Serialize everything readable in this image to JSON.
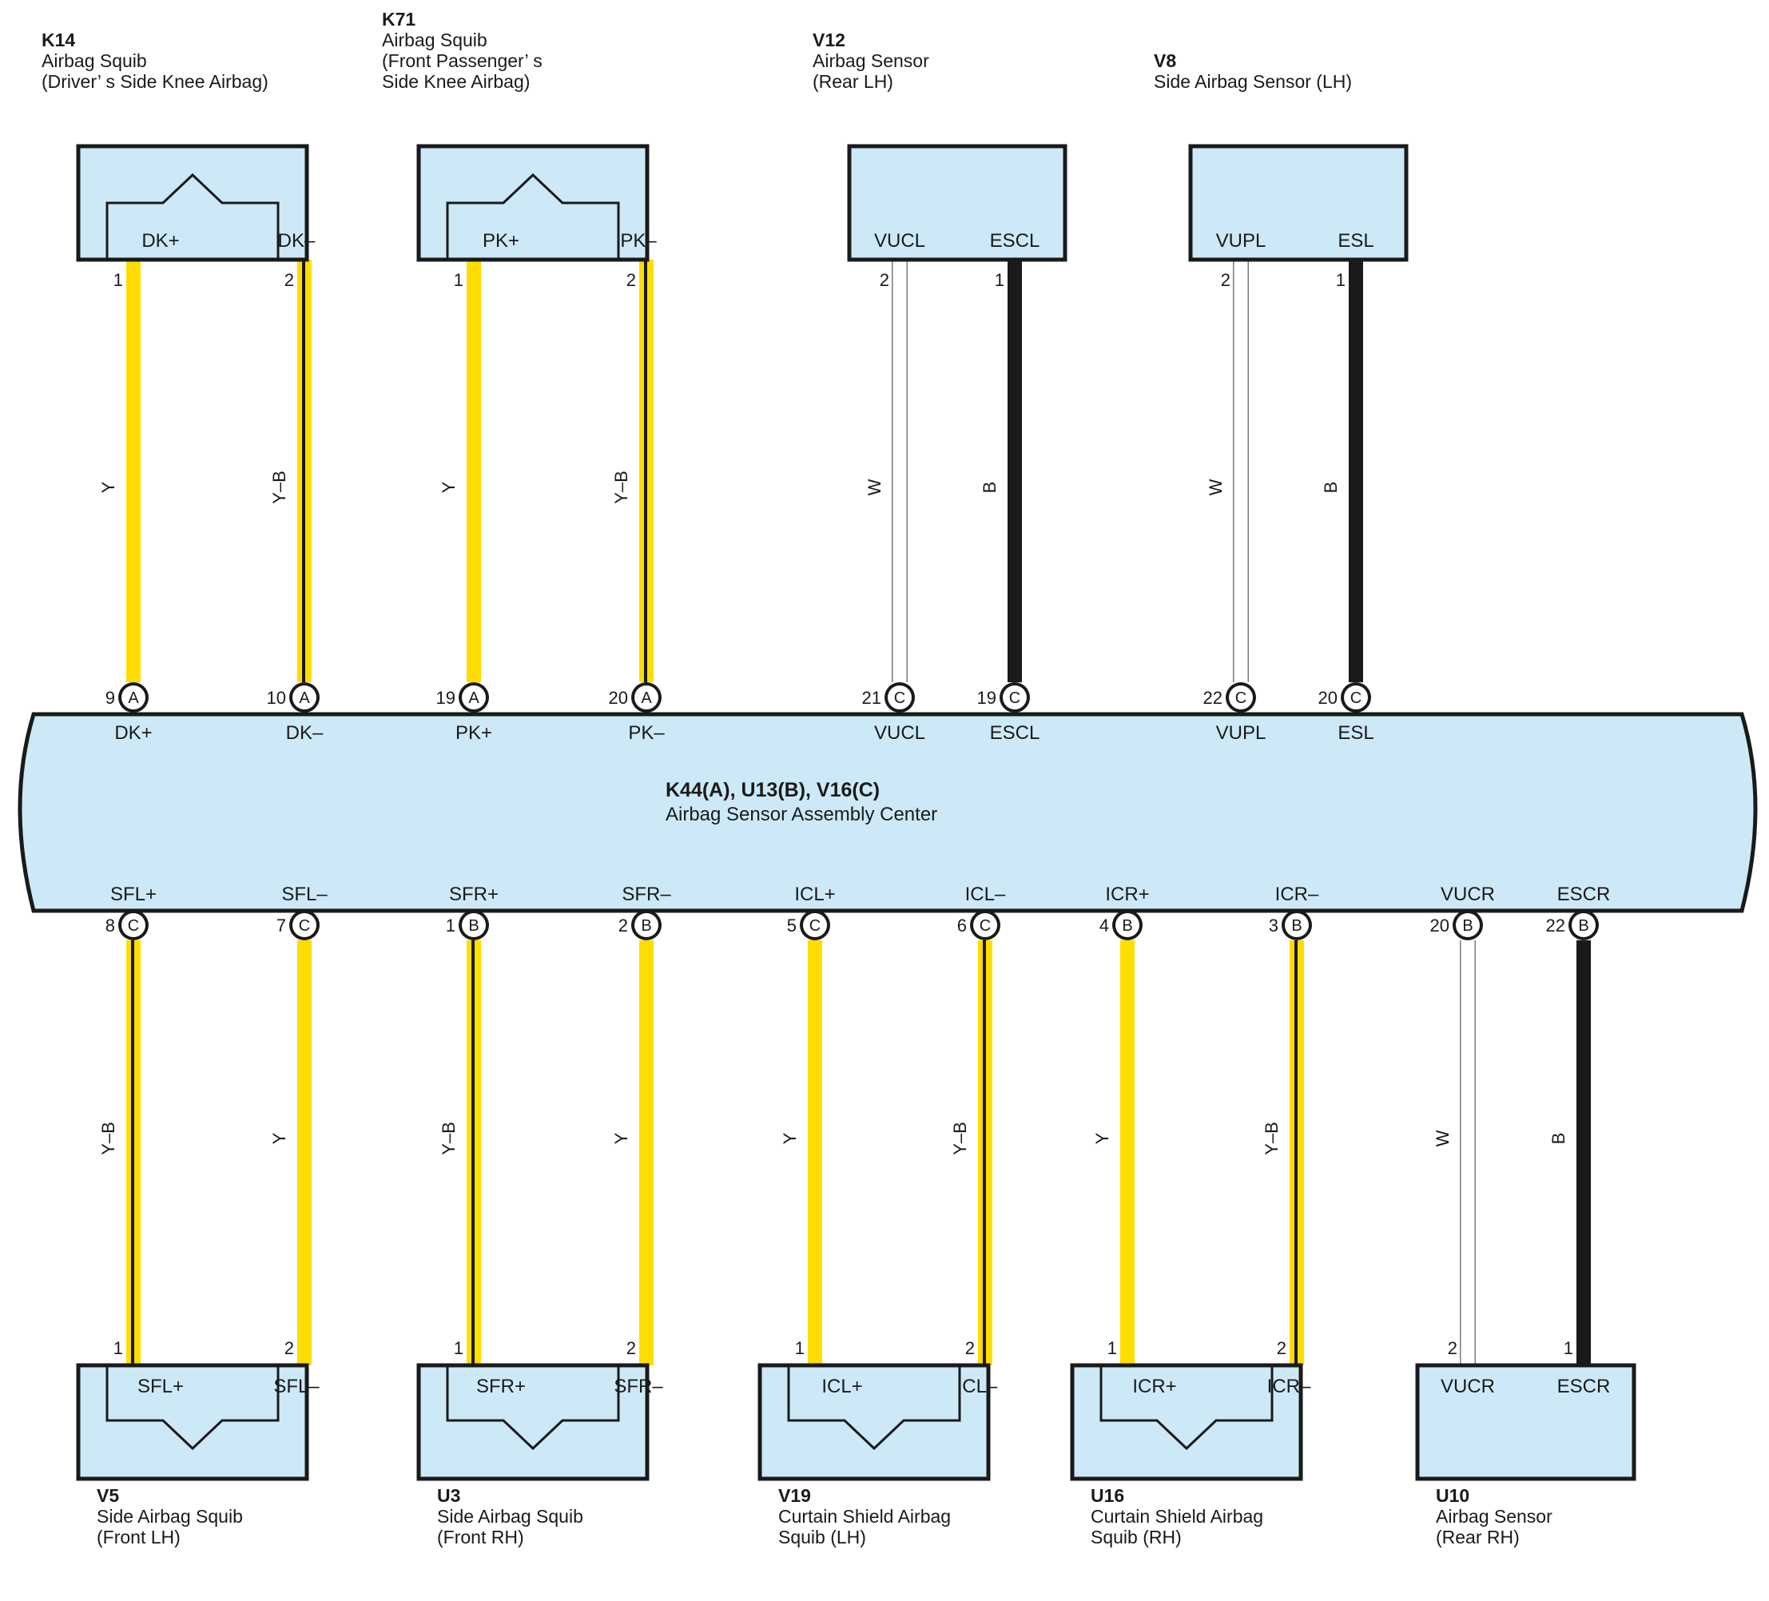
{
  "colors": {
    "component_fill": "#cde9f7",
    "ecu_fill": "#cde9f7",
    "outline": "#1a1a1a",
    "wire_Y": "#ffdd00",
    "wire_Y-B": "#ffdd00",
    "wire_W": "#ffffff",
    "wire_B": "#1a1a1a"
  },
  "ecu": {
    "id": "K44(A), U13(B), V16(C)",
    "name": "Airbag Sensor Assembly Center"
  },
  "top_components": [
    {
      "id": "K14",
      "name_lines": [
        "Airbag Squib",
        "(Driver’ s Side Knee Airbag)"
      ],
      "type": "squib",
      "wires": [
        {
          "comp_pin": "1",
          "comp_label": "DK+",
          "color": "Y",
          "ecu_pin": "9",
          "ecu_conn": "A",
          "ecu_label": "DK+"
        },
        {
          "comp_pin": "2",
          "comp_label": "DK–",
          "color": "Y-B",
          "ecu_pin": "10",
          "ecu_conn": "A",
          "ecu_label": "DK–"
        }
      ]
    },
    {
      "id": "K71",
      "name_lines": [
        "Airbag Squib",
        "(Front Passenger’ s",
        " Side Knee Airbag)"
      ],
      "type": "squib",
      "wires": [
        {
          "comp_pin": "1",
          "comp_label": "PK+",
          "color": "Y",
          "ecu_pin": "19",
          "ecu_conn": "A",
          "ecu_label": "PK+"
        },
        {
          "comp_pin": "2",
          "comp_label": "PK–",
          "color": "Y-B",
          "ecu_pin": "20",
          "ecu_conn": "A",
          "ecu_label": "PK–"
        }
      ]
    },
    {
      "id": "V12",
      "name_lines": [
        "Airbag Sensor",
        "(Rear LH)"
      ],
      "type": "sensor",
      "wires": [
        {
          "comp_pin": "2",
          "comp_label": "VUCL",
          "color": "W",
          "ecu_pin": "21",
          "ecu_conn": "C",
          "ecu_label": "VUCL"
        },
        {
          "comp_pin": "1",
          "comp_label": "ESCL",
          "color": "B",
          "ecu_pin": "19",
          "ecu_conn": "C",
          "ecu_label": "ESCL"
        }
      ]
    },
    {
      "id": "V8",
      "name_lines": [
        "Side Airbag Sensor (LH)"
      ],
      "type": "sensor",
      "wires": [
        {
          "comp_pin": "2",
          "comp_label": "VUPL",
          "color": "W",
          "ecu_pin": "22",
          "ecu_conn": "C",
          "ecu_label": "VUPL"
        },
        {
          "comp_pin": "1",
          "comp_label": "ESL",
          "color": "B",
          "ecu_pin": "20",
          "ecu_conn": "C",
          "ecu_label": "ESL"
        }
      ]
    }
  ],
  "bottom_components": [
    {
      "id": "V5",
      "name_lines": [
        "Side Airbag Squib",
        "(Front LH)"
      ],
      "type": "squib",
      "wires": [
        {
          "comp_pin": "1",
          "comp_label": "SFL+",
          "color": "Y-B",
          "ecu_pin": "8",
          "ecu_conn": "C",
          "ecu_label": "SFL+"
        },
        {
          "comp_pin": "2",
          "comp_label": "SFL–",
          "color": "Y",
          "ecu_pin": "7",
          "ecu_conn": "C",
          "ecu_label": "SFL–"
        }
      ]
    },
    {
      "id": "U3",
      "name_lines": [
        "Side Airbag Squib",
        "(Front RH)"
      ],
      "type": "squib",
      "wires": [
        {
          "comp_pin": "1",
          "comp_label": "SFR+",
          "color": "Y-B",
          "ecu_pin": "1",
          "ecu_conn": "B",
          "ecu_label": "SFR+"
        },
        {
          "comp_pin": "2",
          "comp_label": "SFR–",
          "color": "Y",
          "ecu_pin": "2",
          "ecu_conn": "B",
          "ecu_label": "SFR–"
        }
      ]
    },
    {
      "id": "V19",
      "name_lines": [
        "Curtain Shield Airbag",
        "Squib (LH)"
      ],
      "type": "squib",
      "wires": [
        {
          "comp_pin": "1",
          "comp_label": "ICL+",
          "color": "Y",
          "ecu_pin": "5",
          "ecu_conn": "C",
          "ecu_label": "ICL+"
        },
        {
          "comp_pin": "2",
          "comp_label": "ICL–",
          "color": "Y-B",
          "ecu_pin": "6",
          "ecu_conn": "C",
          "ecu_label": "ICL–"
        }
      ]
    },
    {
      "id": "U16",
      "name_lines": [
        "Curtain Shield Airbag",
        "Squib (RH)"
      ],
      "type": "squib",
      "wires": [
        {
          "comp_pin": "1",
          "comp_label": "ICR+",
          "color": "Y",
          "ecu_pin": "4",
          "ecu_conn": "B",
          "ecu_label": "ICR+"
        },
        {
          "comp_pin": "2",
          "comp_label": "ICR–",
          "color": "Y-B",
          "ecu_pin": "3",
          "ecu_conn": "B",
          "ecu_label": "ICR–"
        }
      ]
    },
    {
      "id": "U10",
      "name_lines": [
        "Airbag Sensor",
        "(Rear RH)"
      ],
      "type": "sensor",
      "wires": [
        {
          "comp_pin": "2",
          "comp_label": "VUCR",
          "color": "W",
          "ecu_pin": "20",
          "ecu_conn": "B",
          "ecu_label": "VUCR"
        },
        {
          "comp_pin": "1",
          "comp_label": "ESCR",
          "color": "B",
          "ecu_pin": "22",
          "ecu_conn": "B",
          "ecu_label": "ESCR"
        }
      ]
    }
  ]
}
